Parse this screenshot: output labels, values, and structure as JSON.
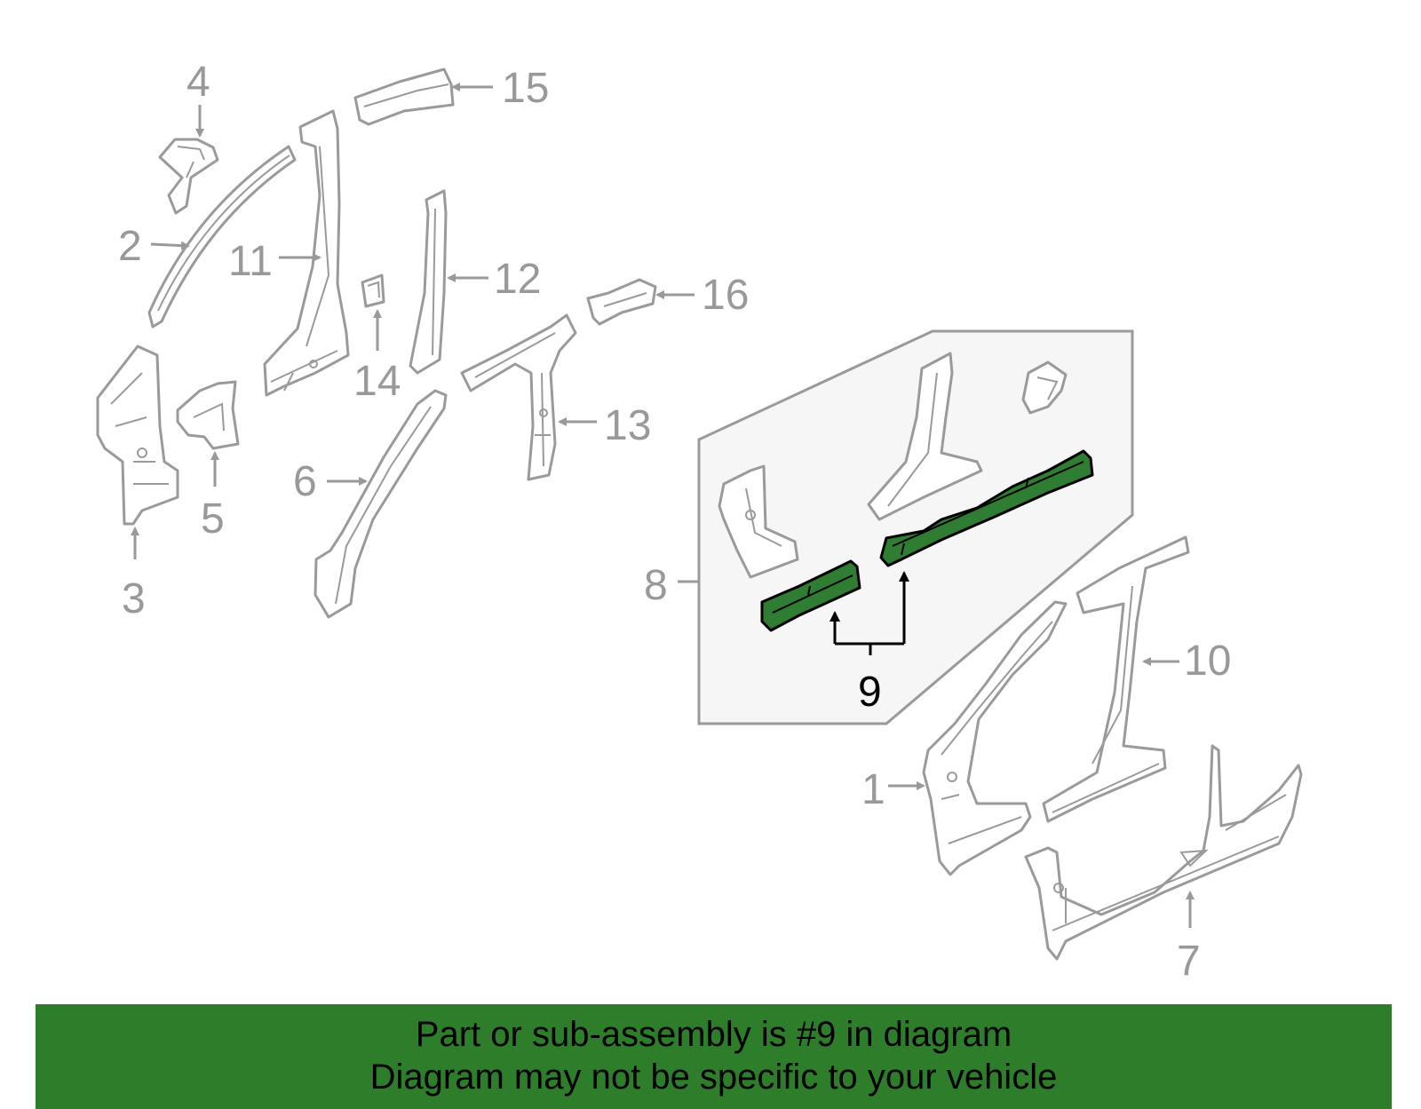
{
  "callouts": {
    "c1": "1",
    "c2": "2",
    "c3": "3",
    "c4": "4",
    "c5": "5",
    "c6": "6",
    "c7": "7",
    "c8": "8",
    "c9": "9",
    "c10": "10",
    "c11": "11",
    "c12": "12",
    "c13": "13",
    "c14": "14",
    "c15": "15",
    "c16": "16"
  },
  "banner": {
    "line1": "Part or sub-assembly is #9 in diagram",
    "line2": "Diagram may not be specific to your vehicle"
  },
  "colors": {
    "highlight": "#2e7d32",
    "banner": "#2e7d2b",
    "outline": "#9a9a9a",
    "inset_bg": "#f6f6f6"
  }
}
